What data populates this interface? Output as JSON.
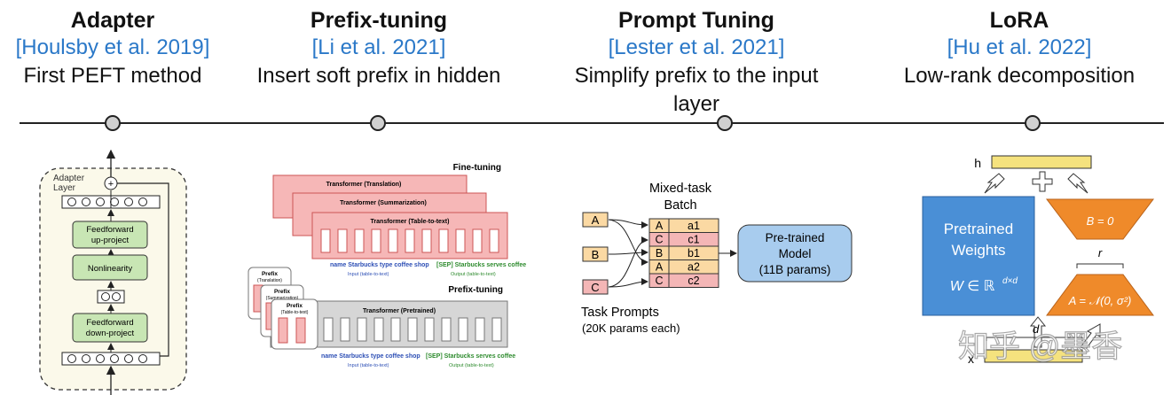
{
  "methods": [
    {
      "name": "Adapter",
      "citation": "[Houlsby et al. 2019]",
      "description": "First PEFT method"
    },
    {
      "name": "Prefix-tuning",
      "citation": "[Li et al. 2021]",
      "description": "Insert soft prefix in hidden"
    },
    {
      "name": "Prompt Tuning",
      "citation": "[Lester et al. 2021]",
      "description": "Simplify prefix to the input layer"
    },
    {
      "name": "LoRA",
      "citation": "[Hu et al. 2022]",
      "description": "Low-rank decomposition"
    }
  ],
  "adapter": {
    "layer_label_1": "Adapter",
    "layer_label_2": "Layer",
    "plus": "+",
    "ff_up_1": "Feedforward",
    "ff_up_2": "up-project",
    "nonlinearity": "Nonlinearity",
    "ff_down_1": "Feedforward",
    "ff_down_2": "down-project"
  },
  "prefix": {
    "finetuning_title": "Fine-tuning",
    "prefixtuning_title": "Prefix-tuning",
    "tr_translation": "Transformer (Translation)",
    "tr_summarization": "Transformer (Summarization)",
    "tr_table": "Transformer (Table-to-text)",
    "tr_pretrained": "Transformer (Pretrained)",
    "prefix_word": "Prefix",
    "prefix_translation": "(Translation)",
    "prefix_summarization": "(Summarization)",
    "prefix_table": "(Table-to-text)",
    "input_tokens": "name  Starbucks  type  coffee  shop",
    "output_tokens": "[SEP]  Starbucks  serves  coffee",
    "input_label": "Input (table-to-text)",
    "output_label": "Output (table-to-text)"
  },
  "prompt": {
    "batch_title_1": "Mixed-task",
    "batch_title_2": "Batch",
    "tasks": [
      "A",
      "B",
      "C"
    ],
    "batch_rows": [
      {
        "task": "A",
        "item": "a1"
      },
      {
        "task": "C",
        "item": "c1"
      },
      {
        "task": "B",
        "item": "b1"
      },
      {
        "task": "A",
        "item": "a2"
      },
      {
        "task": "C",
        "item": "c2"
      }
    ],
    "model_1": "Pre-trained",
    "model_2": "Model",
    "model_3": "(11B params)",
    "task_prompts": "Task Prompts",
    "task_prompts_sub": "(20K params each)"
  },
  "lora": {
    "h": "h",
    "pretrained_1": "Pretrained",
    "pretrained_2": "Weights",
    "w_formula": "W ∈ ℝ",
    "w_sup": "d×d",
    "b_formula": "B = 0",
    "r": "r",
    "a_formula": "A = 𝒩(0, σ²)",
    "d": "d",
    "x": "x"
  },
  "watermark": "知乎 @墨香",
  "colors": {
    "citation": "#2a78c8",
    "adapter_box": "#c8e6b4",
    "transformer_red": "#f6b7b7",
    "prompt_orange": "#fbd9a3",
    "prompt_red": "#f4b6b6",
    "model_blue": "#a8ccee",
    "lora_blue": "#4a8fd6",
    "lora_orange": "#ef8a2a",
    "h_yellow": "#f5e27e"
  }
}
